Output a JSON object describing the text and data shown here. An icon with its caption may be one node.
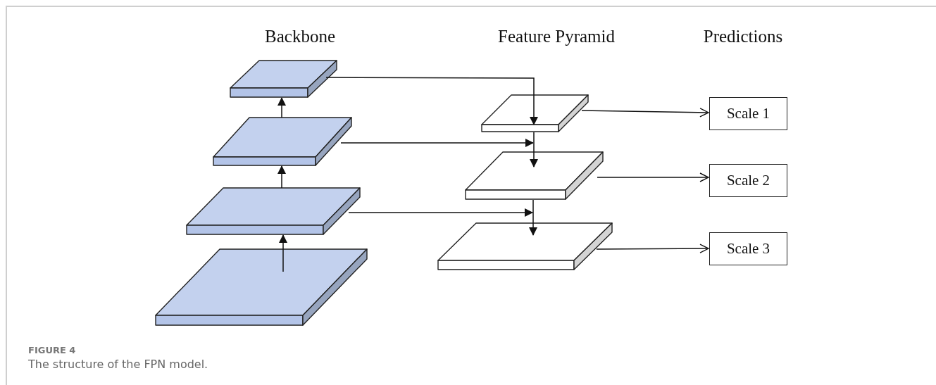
{
  "diagram": {
    "caption": "The structure of the FPN model.",
    "nodes": [
      {
        "text": [],
        "shape": "box"
      },
      {
        "text": [],
        "shape": "box"
      },
      {
        "text": [],
        "shape": "box"
      },
      {
        "text": [],
        "shape": "box"
      },
      {
        "text": [],
        "shape": "box"
      },
      {
        "text": [],
        "shape": "box"
      },
      {
        "text": [],
        "shape": "box"
      },
      {
        "text": [
          "Scale 1"
        ]
      },
      {
        "text": [
          "Scale 2"
        ]
      },
      {
        "text": [
          "Scale 3"
        ]
      }
    ],
    "edges": [
      {
        "from": 3,
        "to": 2,
        "arrow": "to"
      },
      {
        "from": 2,
        "to": 1,
        "arrow": "to"
      },
      {
        "from": 1,
        "to": 0,
        "arrow": "to"
      },
      {
        "from": 0,
        "to": 4,
        "arrow": "to"
      },
      {
        "from": 1,
        "to": 5,
        "arrow": "to"
      },
      {
        "from": 2,
        "to": 6,
        "arrow": "to"
      },
      {
        "from": 4,
        "to": 5,
        "arrow": "to"
      },
      {
        "from": 5,
        "to": 6,
        "arrow": "to"
      },
      {
        "from": 4,
        "to": 7,
        "arrow": "to"
      },
      {
        "from": 5,
        "to": 8,
        "arrow": "to"
      },
      {
        "from": 6,
        "to": 9,
        "arrow": "to"
      }
    ],
    "labels": [
      "Backbone",
      "Feature Pyramid",
      "Predictions",
      "FIGURE 4"
    ]
  }
}
